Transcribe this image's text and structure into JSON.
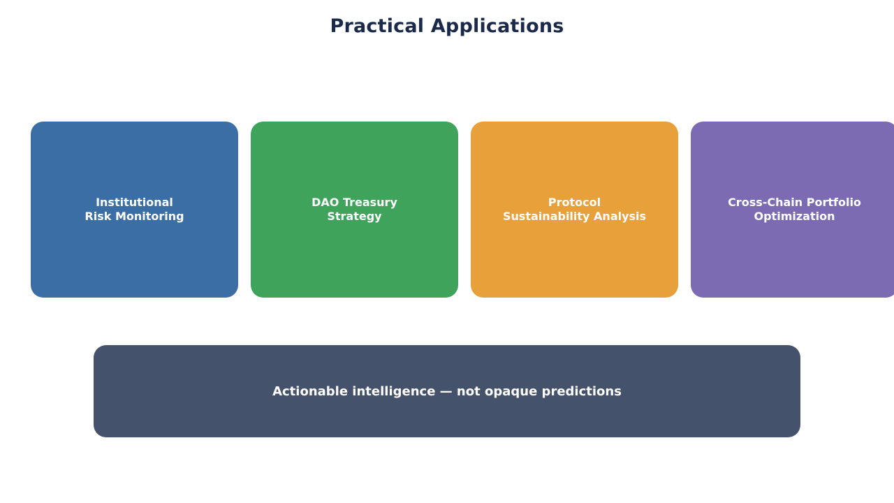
{
  "title": "Practical Applications",
  "cards": [
    {
      "label": "Institutional\nRisk Monitoring",
      "color": "#3b6ea5"
    },
    {
      "label": "DAO Treasury\nStrategy",
      "color": "#3fa35c"
    },
    {
      "label": "Protocol\nSustainability Analysis",
      "color": "#e8a03a"
    },
    {
      "label": "Cross-Chain Portfolio\nOptimization",
      "color": "#7c6bb3"
    }
  ],
  "banner": {
    "label": "Actionable intelligence — not opaque predictions",
    "color": "#44526b"
  }
}
